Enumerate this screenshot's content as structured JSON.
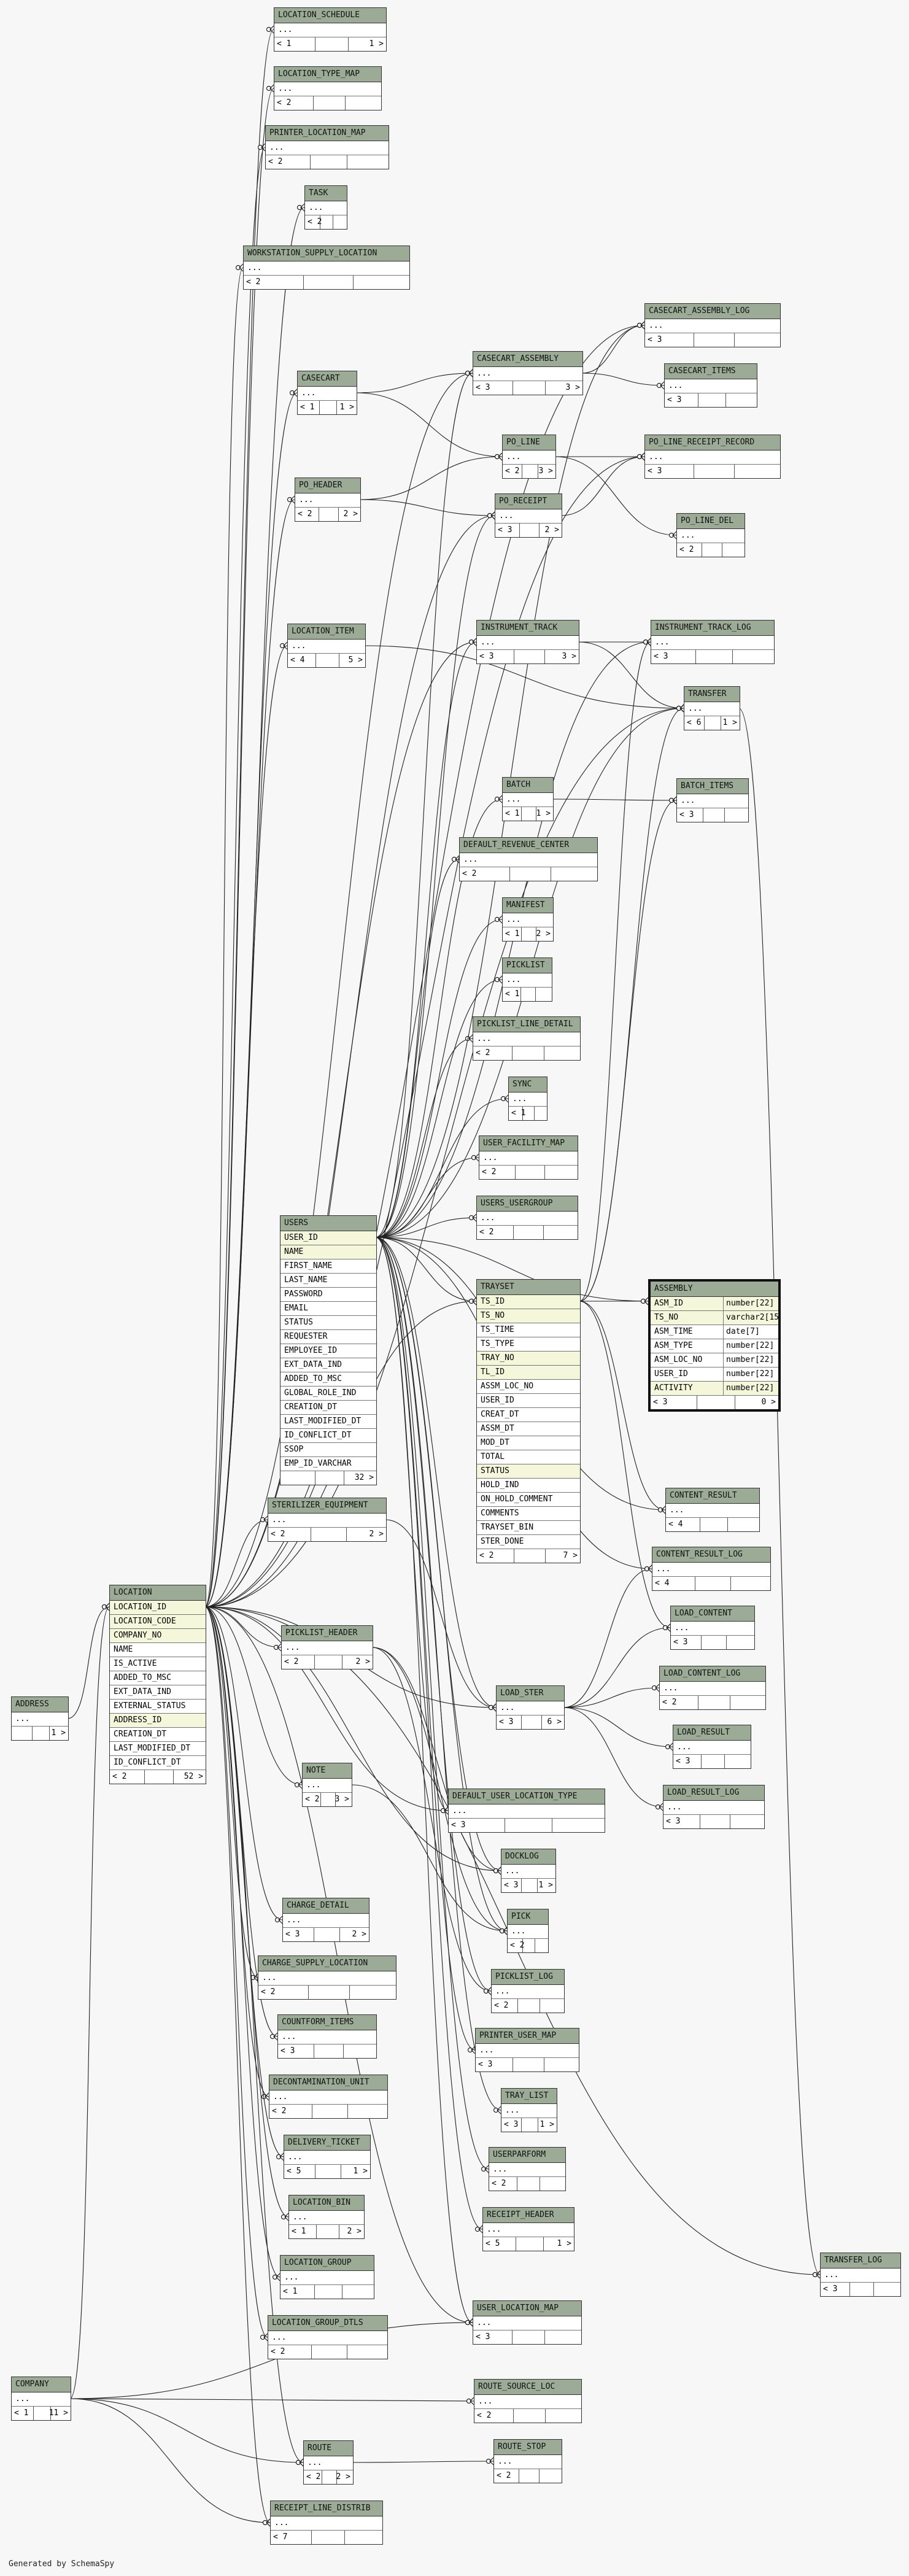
{
  "footer": "Generated by SchemaSpy",
  "tables": [
    {
      "id": "LOCATION_SCHEDULE",
      "rows": [
        "..."
      ],
      "footer": [
        "< 1",
        "1 >"
      ]
    },
    {
      "id": "LOCATION_TYPE_MAP",
      "rows": [
        "..."
      ],
      "footer": [
        "< 2",
        ""
      ]
    },
    {
      "id": "PRINTER_LOCATION_MAP",
      "rows": [
        "..."
      ],
      "footer": [
        "< 2",
        ""
      ]
    },
    {
      "id": "TASK",
      "rows": [
        "..."
      ],
      "footer": [
        "< 2",
        ""
      ]
    },
    {
      "id": "WORKSTATION_SUPPLY_LOCATION",
      "rows": [
        "..."
      ],
      "footer": [
        "< 2",
        ""
      ]
    },
    {
      "id": "CASECART_ASSEMBLY_LOG",
      "rows": [
        "..."
      ],
      "footer": [
        "< 3",
        ""
      ]
    },
    {
      "id": "CASECART",
      "rows": [
        "..."
      ],
      "footer": [
        "< 1",
        "1 >"
      ]
    },
    {
      "id": "CASECART_ASSEMBLY",
      "rows": [
        "..."
      ],
      "footer": [
        "< 3",
        "3 >"
      ]
    },
    {
      "id": "CASECART_ITEMS",
      "rows": [
        "..."
      ],
      "footer": [
        "< 3",
        ""
      ]
    },
    {
      "id": "PO_LINE",
      "rows": [
        "..."
      ],
      "footer": [
        "< 2",
        "3 >"
      ]
    },
    {
      "id": "PO_LINE_RECEIPT_RECORD",
      "rows": [
        "..."
      ],
      "footer": [
        "< 3",
        ""
      ]
    },
    {
      "id": "PO_HEADER",
      "rows": [
        "..."
      ],
      "footer": [
        "< 2",
        "2 >"
      ]
    },
    {
      "id": "PO_RECEIPT",
      "rows": [
        "..."
      ],
      "footer": [
        "< 3",
        "2 >"
      ]
    },
    {
      "id": "PO_LINE_DEL",
      "rows": [
        "..."
      ],
      "footer": [
        "< 2",
        ""
      ]
    },
    {
      "id": "LOCATION_ITEM",
      "rows": [
        "..."
      ],
      "footer": [
        "< 4",
        "5 >"
      ]
    },
    {
      "id": "INSTRUMENT_TRACK",
      "rows": [
        "..."
      ],
      "footer": [
        "< 3",
        "3 >"
      ]
    },
    {
      "id": "INSTRUMENT_TRACK_LOG",
      "rows": [
        "..."
      ],
      "footer": [
        "< 3",
        ""
      ]
    },
    {
      "id": "TRANSFER",
      "rows": [
        "..."
      ],
      "footer": [
        "< 6",
        "1 >"
      ]
    },
    {
      "id": "BATCH",
      "rows": [
        "..."
      ],
      "footer": [
        "< 1",
        "1 >"
      ]
    },
    {
      "id": "BATCH_ITEMS",
      "rows": [
        "..."
      ],
      "footer": [
        "< 3",
        ""
      ]
    },
    {
      "id": "DEFAULT_REVENUE_CENTER",
      "rows": [
        "..."
      ],
      "footer": [
        "< 2",
        ""
      ]
    },
    {
      "id": "MANIFEST",
      "rows": [
        "..."
      ],
      "footer": [
        "< 1",
        "2 >"
      ]
    },
    {
      "id": "PICKLIST",
      "rows": [
        "..."
      ],
      "footer": [
        "< 1",
        ""
      ]
    },
    {
      "id": "PICKLIST_LINE_DETAIL",
      "rows": [
        "..."
      ],
      "footer": [
        "< 2",
        ""
      ]
    },
    {
      "id": "SYNC",
      "rows": [
        "..."
      ],
      "footer": [
        "< 1",
        ""
      ]
    },
    {
      "id": "USER_FACILITY_MAP",
      "rows": [
        "..."
      ],
      "footer": [
        "< 2",
        ""
      ]
    },
    {
      "id": "USERS_USERGROUP",
      "rows": [
        "..."
      ],
      "footer": [
        "< 2",
        ""
      ]
    },
    {
      "id": "USERS",
      "rows": [
        "USER_ID",
        "NAME",
        "FIRST_NAME",
        "LAST_NAME",
        "PASSWORD",
        "EMAIL",
        "STATUS",
        "REQUESTER",
        "EMPLOYEE_ID",
        "EXT_DATA_IND",
        "ADDED_TO_MSC",
        "GLOBAL_ROLE_IND",
        "CREATION_DT",
        "LAST_MODIFIED_DT",
        "ID_CONFLICT_DT",
        "SSOP",
        "EMP_ID_VARCHAR"
      ],
      "keys": [
        0,
        1
      ],
      "footer": [
        "",
        "32 >"
      ]
    },
    {
      "id": "TRAYSET",
      "rows": [
        "TS_ID",
        "TS_NO",
        "TS_TIME",
        "TS_TYPE",
        "TRAY_NO",
        "TL_ID",
        "ASSM_LOC_NO",
        "USER_ID",
        "CREAT_DT",
        "ASSM_DT",
        "MOD_DT",
        "TOTAL",
        "STATUS",
        "HOLD_IND",
        "ON_HOLD_COMMENT",
        "COMMENTS",
        "TRAYSET_BIN",
        "STER_DONE"
      ],
      "keys": [
        0,
        1,
        4,
        5,
        12
      ],
      "footer": [
        "< 2",
        "7 >"
      ]
    },
    {
      "id": "ASSEMBLY",
      "rows": [
        "ASM_ID",
        "TS_NO",
        "ASM_TIME",
        "ASM_TYPE",
        "ASM_LOC_NO",
        "USER_ID",
        "ACTIVITY"
      ],
      "types": [
        "number[22]",
        "varchar2[15]",
        "date[7]",
        "number[22]",
        "number[22]",
        "number[22]",
        "number[22]"
      ],
      "keys": [
        0,
        1,
        6
      ],
      "footer": [
        "< 3",
        "0 >"
      ]
    },
    {
      "id": "STERILIZER_EQUIPMENT",
      "rows": [
        "..."
      ],
      "footer": [
        "< 2",
        "2 >"
      ]
    },
    {
      "id": "CONTENT_RESULT",
      "rows": [
        "..."
      ],
      "footer": [
        "< 4",
        ""
      ]
    },
    {
      "id": "CONTENT_RESULT_LOG",
      "rows": [
        "..."
      ],
      "footer": [
        "< 4",
        ""
      ]
    },
    {
      "id": "LOCATION",
      "rows": [
        "LOCATION_ID",
        "LOCATION_CODE",
        "COMPANY_NO",
        "NAME",
        "IS_ACTIVE",
        "ADDED_TO_MSC",
        "EXT_DATA_IND",
        "EXTERNAL_STATUS",
        "ADDRESS_ID",
        "CREATION_DT",
        "LAST_MODIFIED_DT",
        "ID_CONFLICT_DT"
      ],
      "keys": [
        0,
        1,
        2,
        8
      ],
      "footer": [
        "< 2",
        "52 >"
      ]
    },
    {
      "id": "PICKLIST_HEADER",
      "rows": [
        "..."
      ],
      "footer": [
        "< 2",
        "2 >"
      ]
    },
    {
      "id": "LOAD_CONTENT",
      "rows": [
        "..."
      ],
      "footer": [
        "< 3",
        ""
      ]
    },
    {
      "id": "ADDRESS",
      "rows": [
        "..."
      ],
      "footer": [
        "",
        "1 >"
      ]
    },
    {
      "id": "LOAD_CONTENT_LOG",
      "rows": [
        "..."
      ],
      "footer": [
        "< 2",
        ""
      ]
    },
    {
      "id": "LOAD_STER",
      "rows": [
        "..."
      ],
      "footer": [
        "< 3",
        "6 >"
      ]
    },
    {
      "id": "LOAD_RESULT",
      "rows": [
        "..."
      ],
      "footer": [
        "< 3",
        ""
      ]
    },
    {
      "id": "NOTE",
      "rows": [
        "..."
      ],
      "footer": [
        "< 2",
        "3 >"
      ]
    },
    {
      "id": "DEFAULT_USER_LOCATION_TYPE",
      "rows": [
        "..."
      ],
      "footer": [
        "< 3",
        ""
      ]
    },
    {
      "id": "LOAD_RESULT_LOG",
      "rows": [
        "..."
      ],
      "footer": [
        "< 3",
        ""
      ]
    },
    {
      "id": "DOCKLOG",
      "rows": [
        "..."
      ],
      "footer": [
        "< 3",
        "1 >"
      ]
    },
    {
      "id": "CHARGE_DETAIL",
      "rows": [
        "..."
      ],
      "footer": [
        "< 3",
        "2 >"
      ]
    },
    {
      "id": "PICK",
      "rows": [
        "..."
      ],
      "footer": [
        "< 2",
        ""
      ]
    },
    {
      "id": "CHARGE_SUPPLY_LOCATION",
      "rows": [
        "..."
      ],
      "footer": [
        "< 2",
        ""
      ]
    },
    {
      "id": "PICKLIST_LOG",
      "rows": [
        "..."
      ],
      "footer": [
        "< 2",
        ""
      ]
    },
    {
      "id": "COUNTFORM_ITEMS",
      "rows": [
        "..."
      ],
      "footer": [
        "< 3",
        ""
      ]
    },
    {
      "id": "PRINTER_USER_MAP",
      "rows": [
        "..."
      ],
      "footer": [
        "< 3",
        ""
      ]
    },
    {
      "id": "DECONTAMINATION_UNIT",
      "rows": [
        "..."
      ],
      "footer": [
        "< 2",
        ""
      ]
    },
    {
      "id": "TRAY_LIST",
      "rows": [
        "..."
      ],
      "footer": [
        "< 3",
        "1 >"
      ]
    },
    {
      "id": "DELIVERY_TICKET",
      "rows": [
        "..."
      ],
      "footer": [
        "< 5",
        "1 >"
      ]
    },
    {
      "id": "USERPARFORM",
      "rows": [
        "..."
      ],
      "footer": [
        "< 2",
        ""
      ]
    },
    {
      "id": "LOCATION_BIN",
      "rows": [
        "..."
      ],
      "footer": [
        "< 1",
        "2 >"
      ]
    },
    {
      "id": "RECEIPT_HEADER",
      "rows": [
        "..."
      ],
      "footer": [
        "< 5",
        "1 >"
      ]
    },
    {
      "id": "LOCATION_GROUP",
      "rows": [
        "..."
      ],
      "footer": [
        "< 1",
        ""
      ]
    },
    {
      "id": "TRANSFER_LOG",
      "rows": [
        "..."
      ],
      "footer": [
        "< 3",
        ""
      ]
    },
    {
      "id": "LOCATION_GROUP_DTLS",
      "rows": [
        "..."
      ],
      "footer": [
        "< 2",
        ""
      ]
    },
    {
      "id": "USER_LOCATION_MAP",
      "rows": [
        "..."
      ],
      "footer": [
        "< 3",
        ""
      ]
    },
    {
      "id": "COMPANY",
      "rows": [
        "..."
      ],
      "footer": [
        "< 1",
        "11 >"
      ]
    },
    {
      "id": "ROUTE_SOURCE_LOC",
      "rows": [
        "..."
      ],
      "footer": [
        "< 2",
        ""
      ]
    },
    {
      "id": "ROUTE_STOP",
      "rows": [
        "..."
      ],
      "footer": [
        "< 2",
        ""
      ]
    },
    {
      "id": "ROUTE",
      "rows": [
        "..."
      ],
      "footer": [
        "< 2",
        "2 >"
      ]
    },
    {
      "id": "RECEIPT_LINE_DISTRIB",
      "rows": [
        "..."
      ],
      "footer": [
        "< 7",
        ""
      ]
    }
  ]
}
